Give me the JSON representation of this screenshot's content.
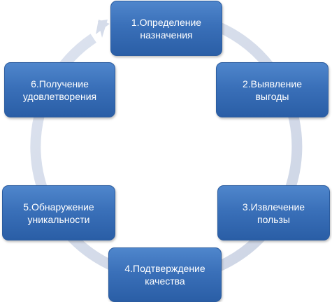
{
  "diagram": {
    "type": "cycle",
    "colors": {
      "box_fill": "#3a70b9",
      "box_text": "#ffffff",
      "ring": "#d5dcea"
    },
    "steps": [
      {
        "label": "1.Определение\nназначения"
      },
      {
        "label": "2.Выявление\nвыгоды"
      },
      {
        "label": "3.Извлечение\nпользы"
      },
      {
        "label": "4.Подтверждение\nкачества"
      },
      {
        "label": "5.Обнаружение\nуникальности"
      },
      {
        "label": "6.Получение\nудовлетворения"
      }
    ]
  }
}
